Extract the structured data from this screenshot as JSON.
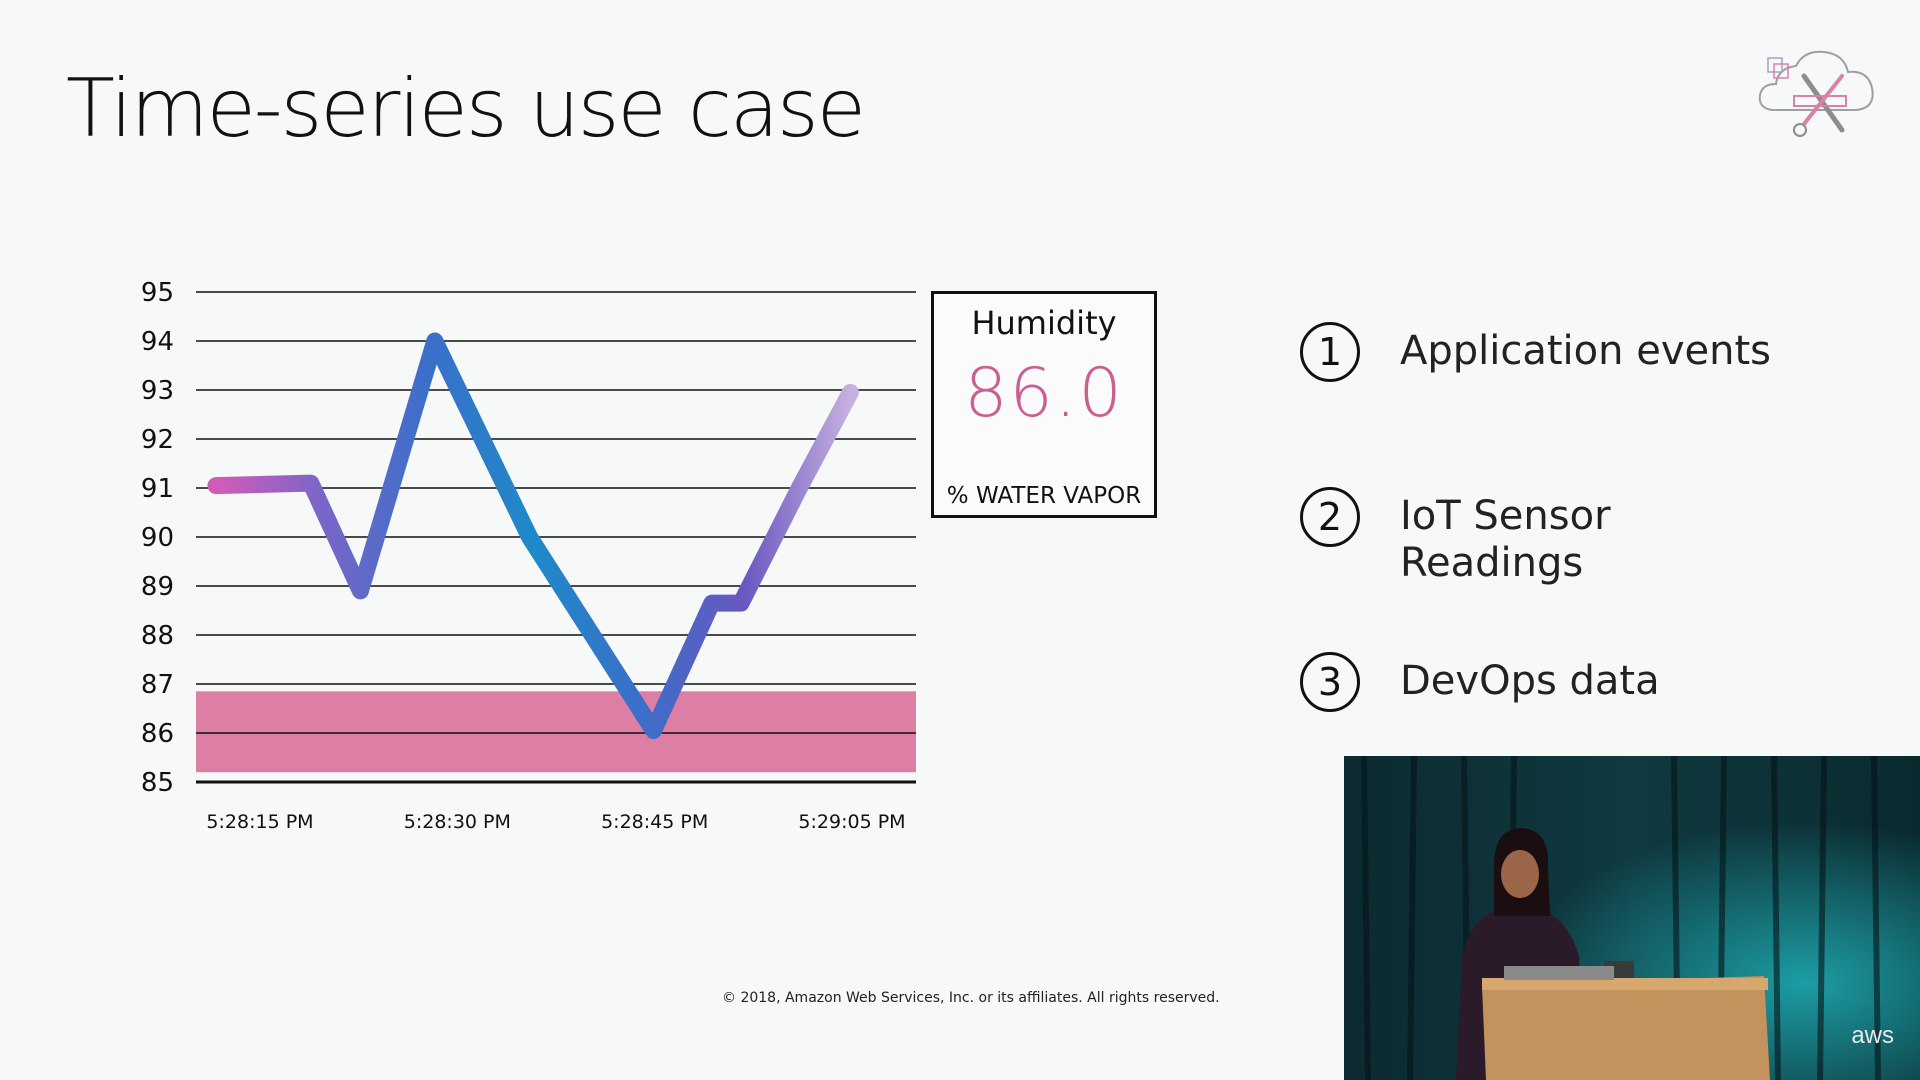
{
  "slide": {
    "title": "Time-series use case",
    "copyright": "© 2018, Amazon Web Services, Inc. or its affiliates. All rights reserved."
  },
  "chart_data": {
    "type": "line",
    "y_ticks": [
      95,
      94,
      93,
      92,
      91,
      90,
      89,
      88,
      87,
      86,
      85
    ],
    "ylim": [
      85,
      95
    ],
    "x_ticks": [
      "5:28:15 PM",
      "5:28:30 PM",
      "5:28:45 PM",
      "5:29:05 PM"
    ],
    "series": [
      {
        "points": [
          {
            "t": 0,
            "y": 91.05
          },
          {
            "t": 1.3,
            "y": 91.1
          },
          {
            "t": 1.98,
            "y": 88.9
          },
          {
            "t": 3.0,
            "y": 94.0
          },
          {
            "t": 4.3,
            "y": 90.0
          },
          {
            "t": 6.0,
            "y": 86.05
          },
          {
            "t": 6.8,
            "y": 88.65
          },
          {
            "t": 7.2,
            "y": 88.65
          },
          {
            "t": 8.0,
            "y": 91.0
          },
          {
            "t": 8.7,
            "y": 92.95
          }
        ]
      }
    ],
    "threshold_band": {
      "from": 85.2,
      "to": 86.85,
      "color": "#d9709a"
    },
    "grid": true,
    "line_colors": [
      "#d35bb8",
      "#7a66c8",
      "#3b6fc9",
      "#1e8ac8",
      "#3b6fc9",
      "#6a57c0",
      "#c6b0e0"
    ]
  },
  "readout": {
    "label": "Humidity",
    "value": "86.0",
    "unit": "% WATER VAPOR",
    "value_color": "#c96090"
  },
  "use_cases": [
    {
      "num": "1",
      "text": "Application events"
    },
    {
      "num": "2",
      "text": "IoT Sensor\nReadings"
    },
    {
      "num": "3",
      "text": "DevOps data"
    }
  ],
  "video": {
    "brand": "aws"
  }
}
